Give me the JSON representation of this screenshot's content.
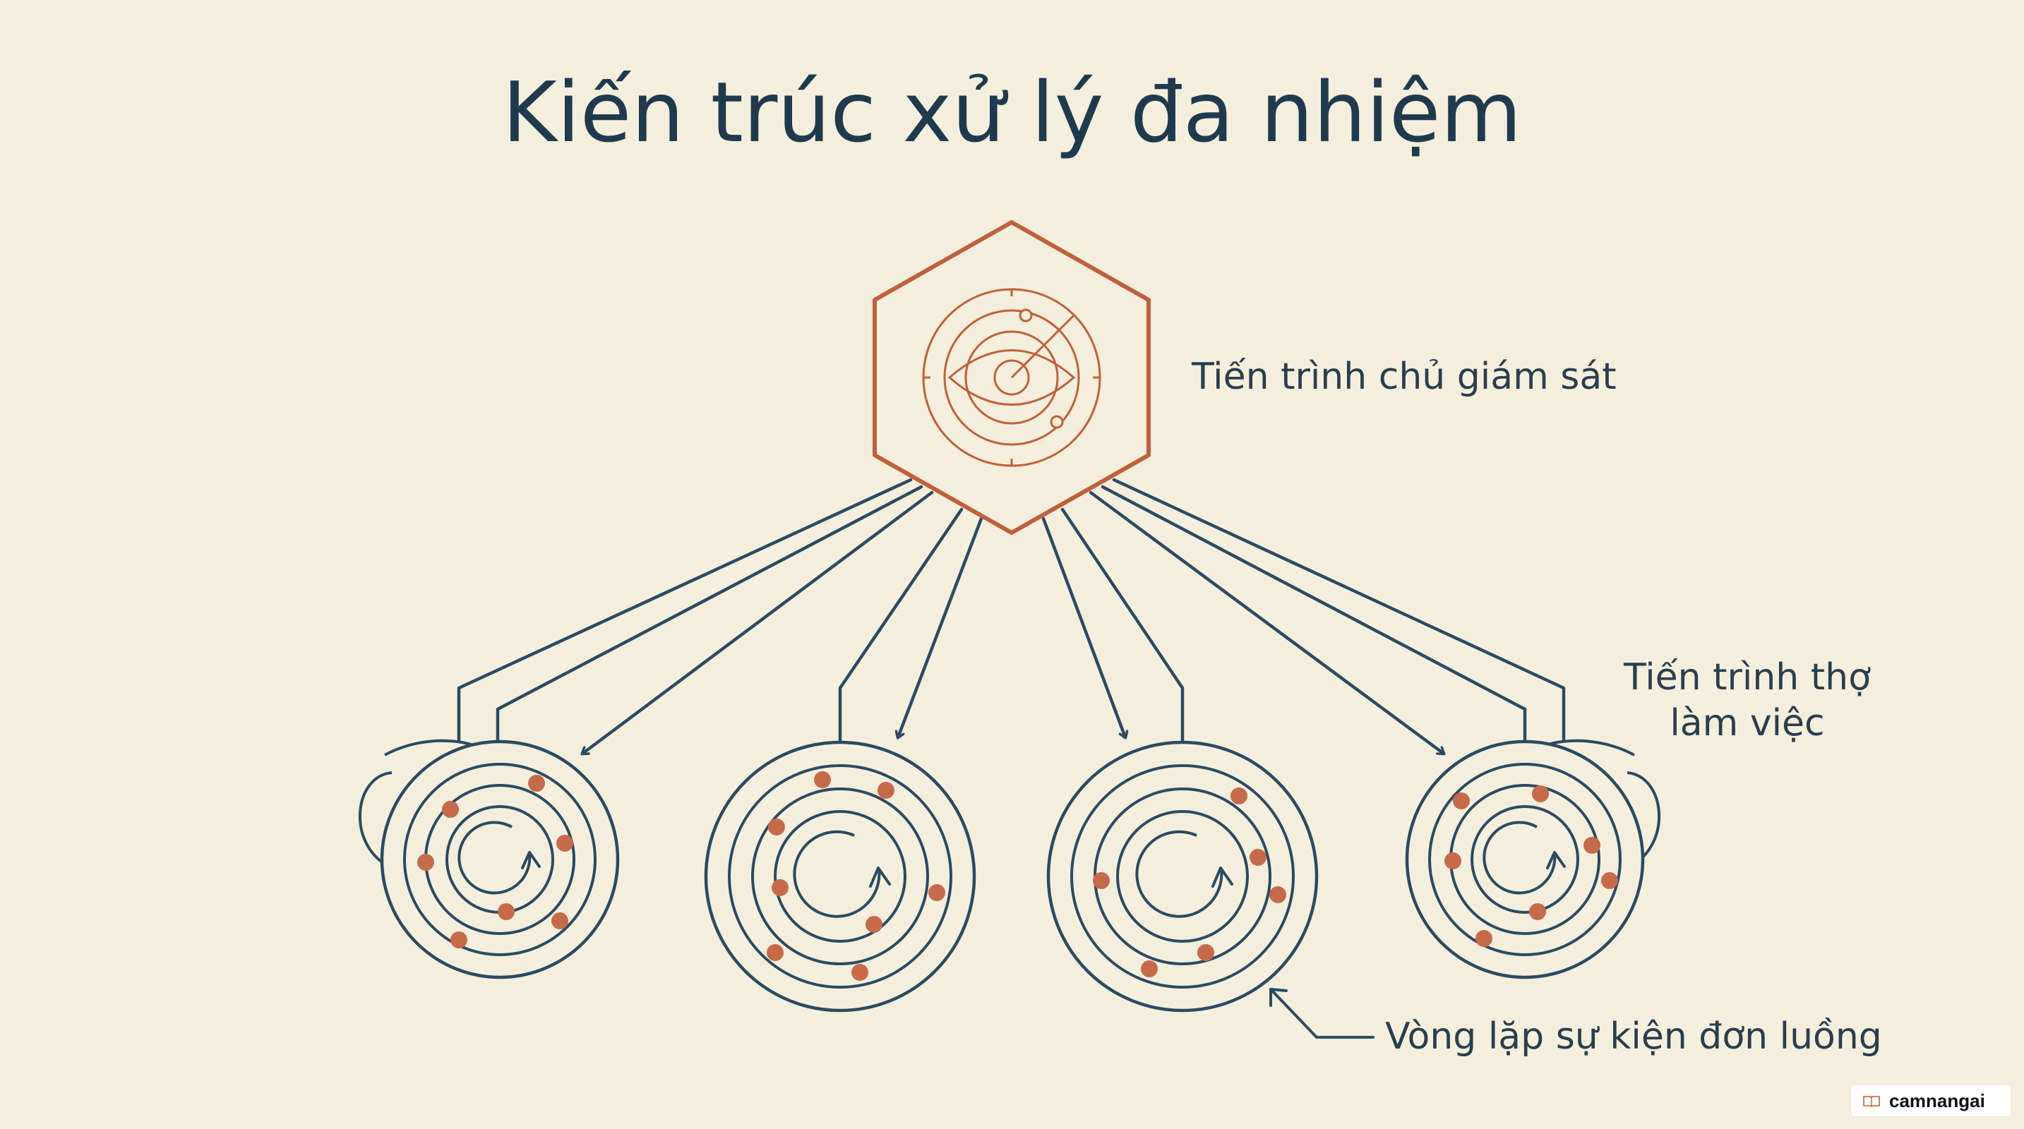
{
  "title": "Kiến trúc xử lý đa nhiệm",
  "labels": {
    "supervisor": "Tiến trình chủ giám sát",
    "worker_line1": "Tiến trình thợ",
    "worker_line2": "làm việc",
    "event_loop": "Vòng lặp sự kiện đơn luồng"
  },
  "brand": {
    "name": "camnangai",
    "icon": "book-icon"
  },
  "colors": {
    "background": "#f4efdc",
    "ink": "#2c4a62",
    "accent": "#c0603a",
    "dot": "#c76a4a"
  },
  "icons": {
    "supervisor": "eye-radar-icon",
    "worker": "spiral-loop-icon"
  },
  "worker_count": 4
}
